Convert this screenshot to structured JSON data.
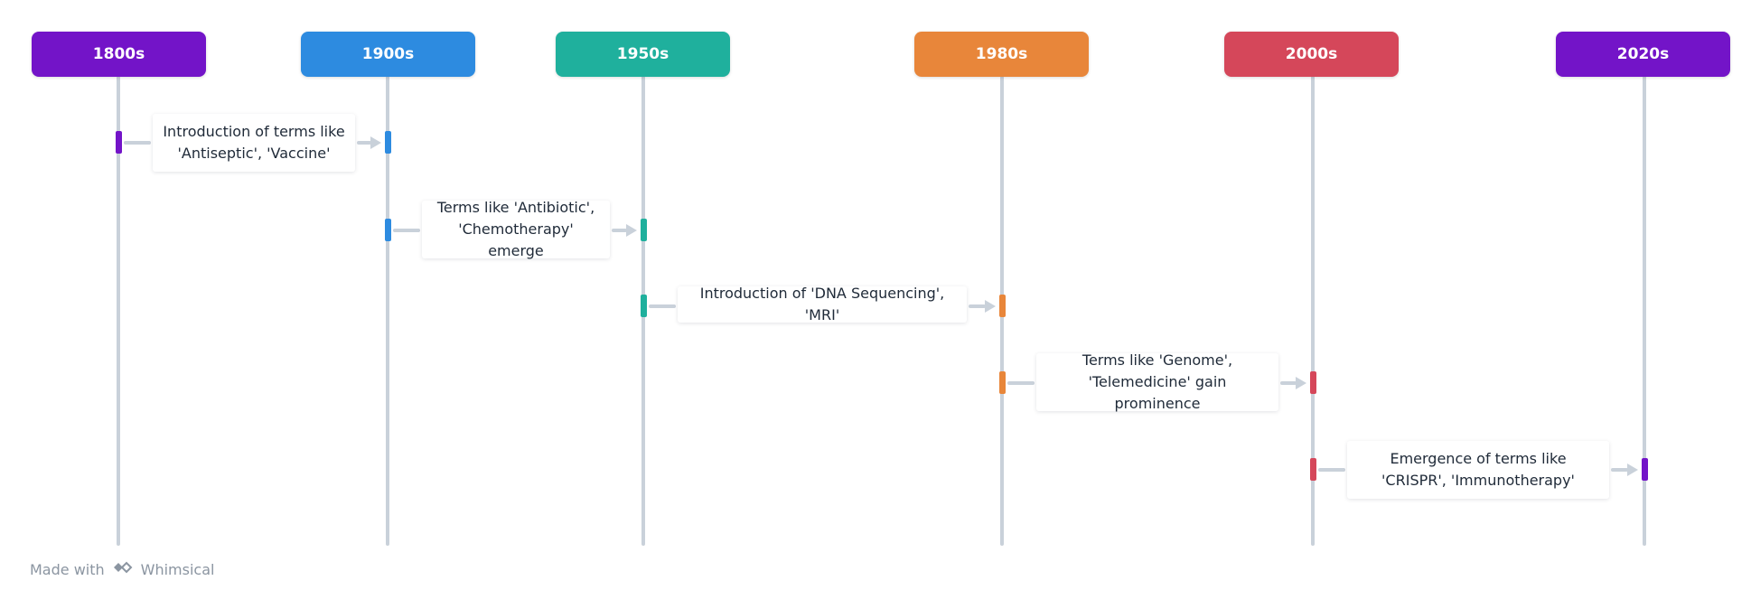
{
  "lanes": [
    {
      "label": "1800s",
      "color": "#7314c8"
    },
    {
      "label": "1900s",
      "color": "#2d8be0"
    },
    {
      "label": "1950s",
      "color": "#1fb09d"
    },
    {
      "label": "1980s",
      "color": "#e8863a"
    },
    {
      "label": "2000s",
      "color": "#d5475a"
    },
    {
      "label": "2020s",
      "color": "#7314c8"
    }
  ],
  "messages": [
    {
      "from": "1800s",
      "to": "1900s",
      "text": "Introduction of terms like 'Antiseptic', 'Vaccine'"
    },
    {
      "from": "1900s",
      "to": "1950s",
      "text": "Terms like 'Antibiotic', 'Chemotherapy' emerge"
    },
    {
      "from": "1950s",
      "to": "1980s",
      "text": "Introduction of 'DNA Sequencing', 'MRI'"
    },
    {
      "from": "1980s",
      "to": "2000s",
      "text": "Terms like 'Genome', 'Telemedicine' gain prominence"
    },
    {
      "from": "2000s",
      "to": "2020s",
      "text": "Emergence of terms like 'CRISPR', 'Immunotherapy'"
    }
  ],
  "footer": {
    "made_with": "Made with",
    "brand": "Whimsical"
  }
}
